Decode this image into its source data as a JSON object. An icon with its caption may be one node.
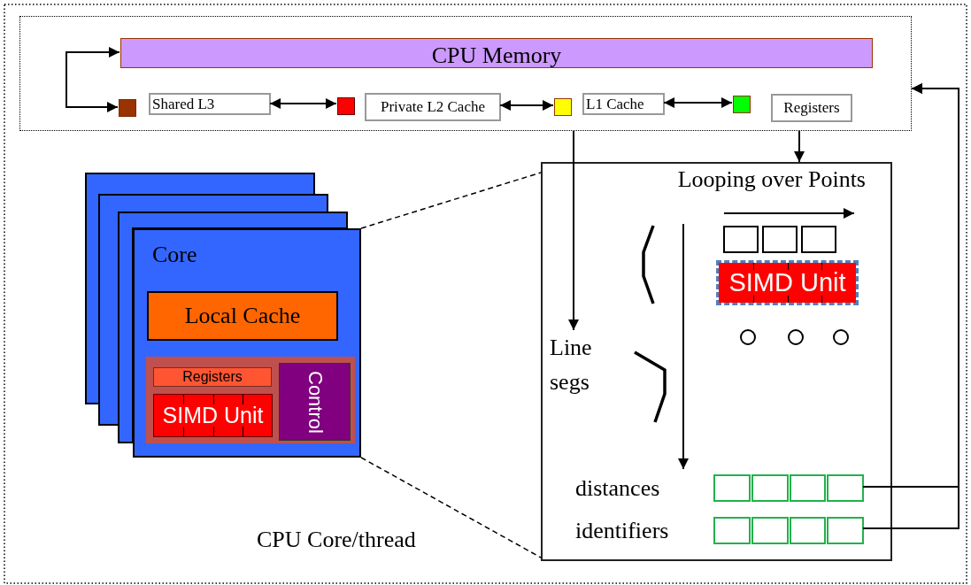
{
  "diagram": {
    "nodes": [
      {
        "text": [],
        "shape": "box"
      },
      {
        "text": [
          "CPU Memory"
        ],
        "in": 0
      },
      {
        "text": [],
        "shape": "box",
        "in": 0
      },
      {
        "text": [
          "Shared L3"
        ],
        "in": 0
      },
      {
        "text": [],
        "shape": "box",
        "in": 0
      },
      {
        "text": [
          "Private L2 Cache"
        ],
        "in": 0
      },
      {
        "text": [],
        "shape": "box",
        "in": 0
      },
      {
        "text": [
          "L1 Cache"
        ],
        "in": 0
      },
      {
        "text": [],
        "shape": "box",
        "in": 0
      },
      {
        "text": [
          "Registers"
        ],
        "in": 0
      },
      {
        "text": [
          "Core"
        ]
      },
      {
        "text": [
          "Local Cache"
        ],
        "in": 10
      },
      {
        "text": [],
        "shape": "box",
        "in": 10
      },
      {
        "text": [
          "Registers"
        ],
        "in": 12
      },
      {
        "text": [
          "SIMD Unit"
        ],
        "in": 12
      },
      {
        "text": [
          "Control"
        ],
        "in": 12
      },
      {
        "text": [
          "Looping over Points"
        ]
      },
      {
        "text": [
          "Line segs"
        ],
        "in": 16
      },
      {
        "text": [],
        "shape": "box",
        "in": 16
      },
      {
        "text": [],
        "shape": "box",
        "in": 16
      },
      {
        "text": [],
        "shape": "box",
        "in": 16
      },
      {
        "text": [
          "SIMD Unit"
        ],
        "in": 16
      },
      {
        "text": [],
        "shape": "circle",
        "in": 16
      },
      {
        "text": [],
        "shape": "circle",
        "in": 16
      },
      {
        "text": [],
        "shape": "circle",
        "in": 16
      },
      {
        "text": [],
        "shape": "bar",
        "in": 16,
        "beside": [
          "distances"
        ]
      },
      {
        "text": [],
        "shape": "bar",
        "in": 16,
        "beside": [
          "identifiers"
        ]
      }
    ],
    "edges": [
      {
        "from": 2,
        "to": 1,
        "arrow": "both"
      },
      {
        "from": 3,
        "to": 4,
        "arrow": "both"
      },
      {
        "from": 5,
        "to": 6,
        "arrow": "both"
      },
      {
        "from": 7,
        "to": 8,
        "arrow": "both"
      },
      {
        "from": 0,
        "to": 17,
        "arrow": "to"
      },
      {
        "from": 0,
        "to": 16,
        "arrow": "to"
      },
      {
        "from": 25,
        "to": 0,
        "arrow": "to"
      },
      {
        "from": 26,
        "to": 0,
        "arrow": "to"
      },
      {
        "from": 10,
        "to": 16,
        "arrow": "none",
        "style": "dashed"
      },
      {
        "from": 10,
        "to": 16,
        "arrow": "none",
        "style": "dashed"
      }
    ],
    "labels": [
      "CPU Core/thread"
    ]
  }
}
